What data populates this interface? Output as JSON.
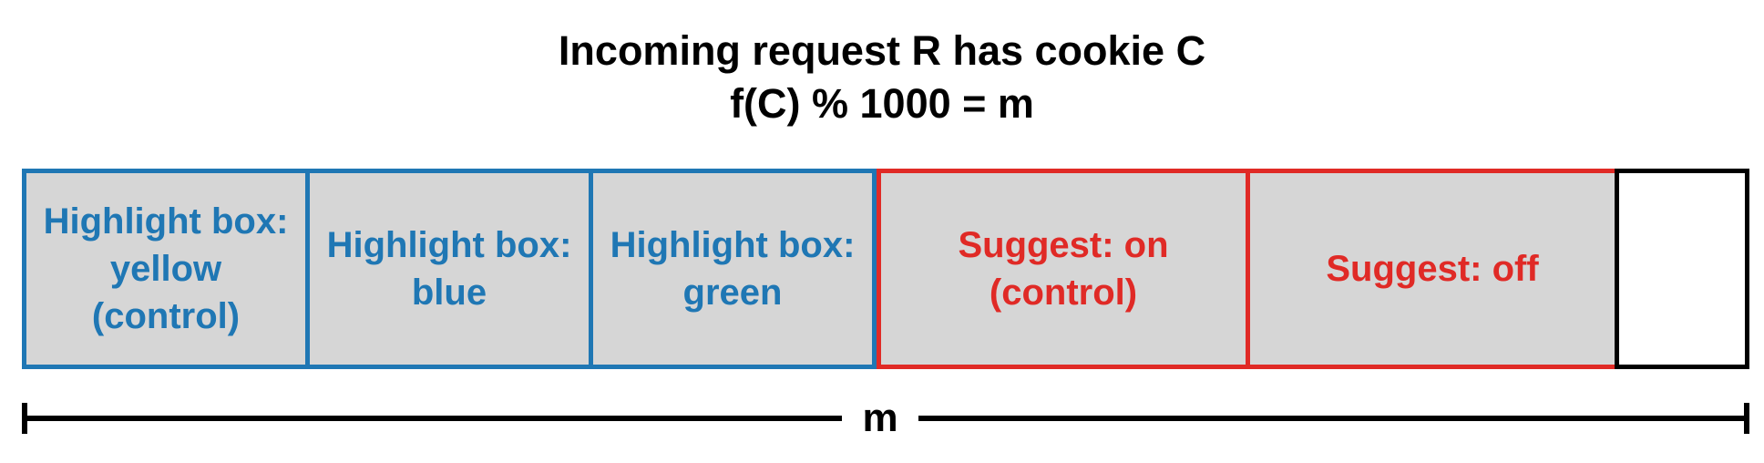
{
  "title": {
    "line1": "Incoming request R has cookie C",
    "line2": "f(C) % 1000 = m"
  },
  "colors": {
    "highlight": "#1f77b4",
    "suggest": "#e02a26",
    "empty_border": "#000000",
    "fill": "#d6d6d6"
  },
  "segments": [
    {
      "label": "Highlight box:\nyellow\n(control)",
      "group": "highlight"
    },
    {
      "label": "Highlight box:\nblue",
      "group": "highlight"
    },
    {
      "label": "Highlight box:\ngreen",
      "group": "highlight"
    },
    {
      "label": "Suggest: on\n(control)",
      "group": "suggest"
    },
    {
      "label": "Suggest: off",
      "group": "suggest"
    },
    {
      "label": "",
      "group": "empty"
    }
  ],
  "axis": {
    "label": "m"
  }
}
